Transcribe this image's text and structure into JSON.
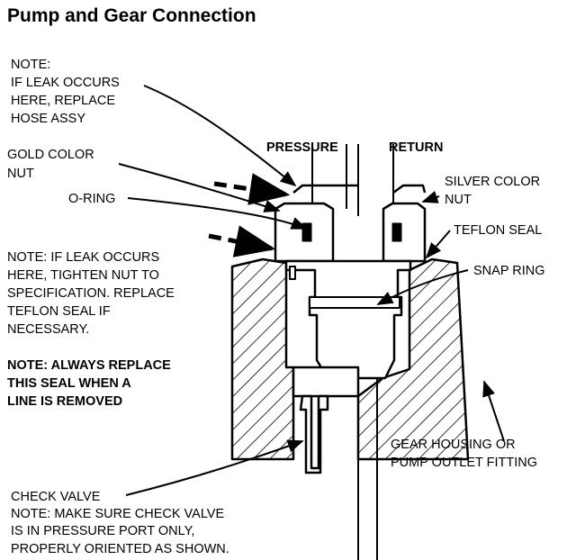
{
  "title": "Pump and Gear Connection",
  "labels": {
    "note_hose": [
      "NOTE:",
      "IF LEAK OCCURS",
      "HERE, REPLACE",
      "HOSE ASSY"
    ],
    "gold_nut": [
      "GOLD COLOR",
      "NUT"
    ],
    "o_ring": [
      "O-RING"
    ],
    "note_nut": [
      "NOTE: IF LEAK OCCURS",
      "HERE, TIGHTEN NUT TO",
      "SPECIFICATION. REPLACE",
      "TEFLON SEAL IF",
      "NECESSARY."
    ],
    "note_seal": [
      "NOTE: ALWAYS REPLACE",
      "THIS SEAL WHEN A",
      "LINE IS REMOVED"
    ],
    "check_valve": [
      "CHECK VALVE",
      "NOTE: MAKE SURE CHECK VALVE",
      "IS IN PRESSURE PORT ONLY,",
      "PROPERLY ORIENTED AS SHOWN."
    ],
    "pressure": "PRESSURE",
    "return": "RETURN",
    "silver_nut": [
      "SILVER COLOR",
      "NUT"
    ],
    "teflon_seal": [
      "TEFLON SEAL"
    ],
    "snap_ring": [
      "SNAP RING"
    ],
    "gear_housing": [
      "GEAR HOUSING OR",
      "PUMP OUTLET FITTING"
    ]
  },
  "colors": {
    "ink": "#000000",
    "paper": "#ffffff"
  }
}
